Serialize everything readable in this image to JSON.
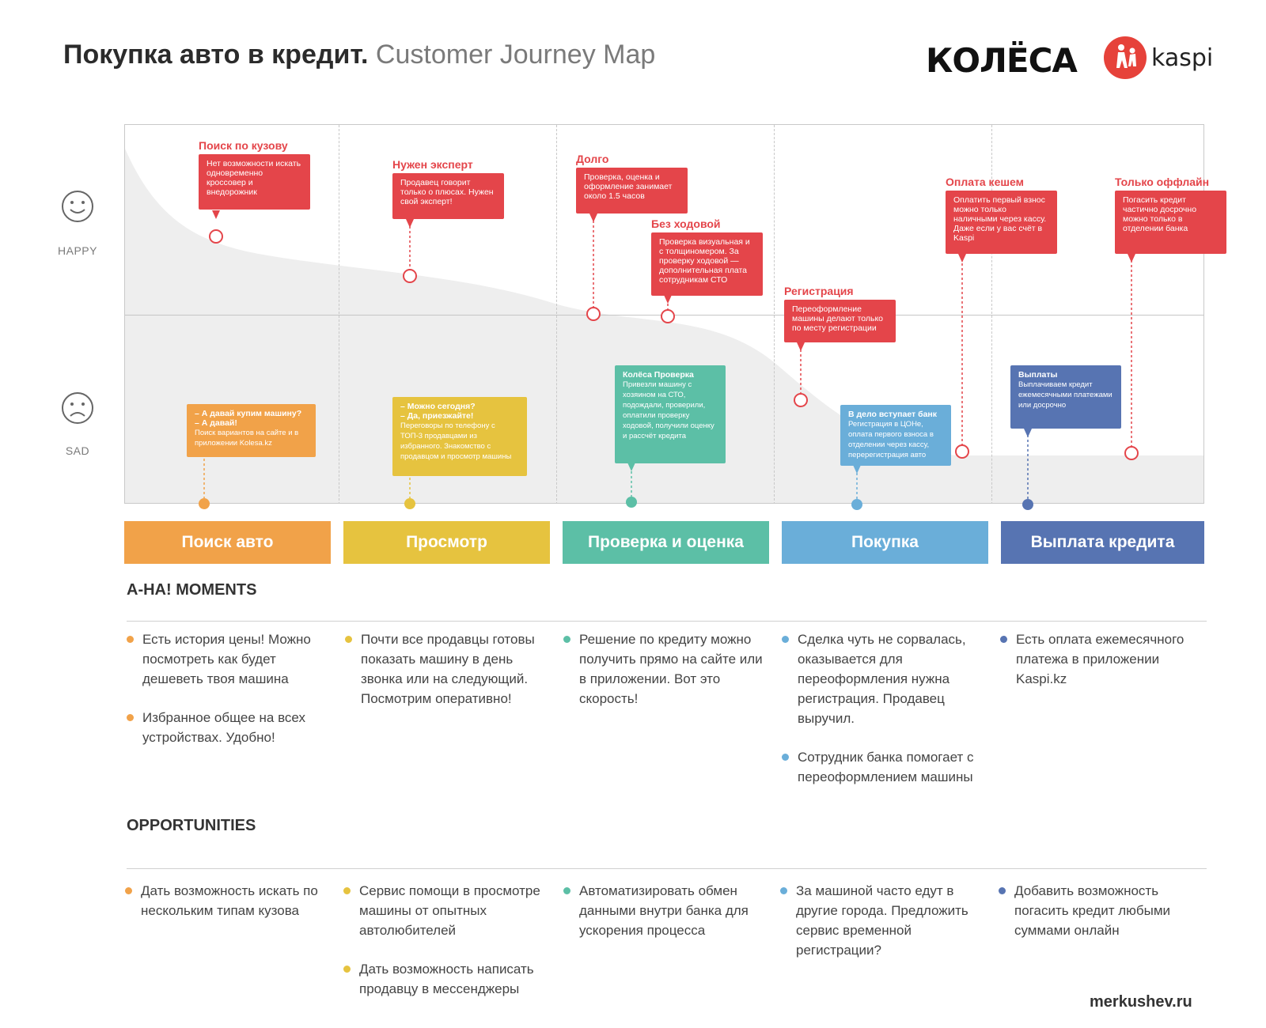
{
  "header": {
    "title_main": "Покупка авто в кредит.",
    "title_sub": "Customer Journey Map",
    "logo_kolesa": "КОЛЁСА",
    "logo_kaspi": "kaspi"
  },
  "mood": {
    "happy": "HAPPY",
    "sad": "SAD"
  },
  "colors": {
    "orange": "#f1a249",
    "yellow": "#e6c33f",
    "teal": "#5cbfa6",
    "blue": "#6aaed9",
    "navy": "#5774b2",
    "red": "#e4454a"
  },
  "pains": [
    {
      "title": "Поиск по кузову",
      "text": "Нет возможности искать одновременно кроссовер и внедорожник"
    },
    {
      "title": "Нужен эксперт",
      "text": "Продавец говорит только о плюсах. Нужен свой эксперт!"
    },
    {
      "title": "Долго",
      "text": "Проверка, оценка и оформление занимает около 1.5 часов"
    },
    {
      "title": "Без ходовой",
      "text": "Проверка визуальная и с толщиномером. За проверку ходовой — дополнительная плата сотрудникам СТО"
    },
    {
      "title": "Регистрация",
      "text": "Переоформление машины делают только по месту регистрации"
    },
    {
      "title": "Оплата кешем",
      "text": "Оплатить первый взнос можно только наличными через кассу. Даже если у вас счёт в Kaspi"
    },
    {
      "title": "Только оффлайн",
      "text": "Погасить кредит частично досрочно можно только в отделении банка"
    }
  ],
  "actions": [
    {
      "line1": "– А давай купим машину?",
      "line2": "– А давай!",
      "text": "Поиск вариантов на сайте и в приложении Kolesa.kz"
    },
    {
      "line1": "– Можно сегодня?",
      "line2": "– Да, приезжайте!",
      "text": "Переговоры по телефону с ТОП-3 продавцами из избранного. Знакомство с продавцом и просмотр машины"
    },
    {
      "line1": "Колёса Проверка",
      "line2": "",
      "text": "Привезли машину с хозяином на СТО, подождали, проверили, оплатили проверку ходовой, получили оценку и рассчёт кредита"
    },
    {
      "line1": "В дело вступает банк",
      "line2": "",
      "text": "Регистрация в ЦОНе, оплата первого взноса в отделении через кассу, перерегистрация авто"
    },
    {
      "line1": "Выплаты",
      "line2": "",
      "text": "Выплачиваем кредит ежемесячными платежами или досрочно"
    }
  ],
  "stages": [
    "Поиск авто",
    "Просмотр",
    "Проверка и оценка",
    "Покупка",
    "Выплата кредита"
  ],
  "aha": {
    "title": "A-HA! MOMENTS",
    "columns": [
      [
        "Есть история цены! Можно посмотреть как будет дешеветь твоя машина",
        "Избранное общее на всех устройствах. Удобно!"
      ],
      [
        "Почти все продавцы готовы показать машину в день звонка или на следующий. Посмотрим оперативно!"
      ],
      [
        "Решение по кредиту можно получить прямо на сайте или в приложении. Вот это скорость!"
      ],
      [
        "Сделка чуть не сорвалась, оказывается для переоформления нужна регистрация. Продавец выручил.",
        "Сотрудник банка помогает с переоформлением машины"
      ],
      [
        "Есть оплата ежемесячного платежа в приложении Kaspi.kz"
      ]
    ]
  },
  "opportunities": {
    "title": "OPPORTUNITIES",
    "columns": [
      [
        "Дать возможность искать по нескольким типам кузова"
      ],
      [
        "Сервис помощи в просмотре машины от опытных автолюбителей",
        "Дать возможность написать продавцу в мессенджеры"
      ],
      [
        "Автоматизировать обмен данными внутри банка для ускорения процесса"
      ],
      [
        "За машиной часто едут в другие города. Предложить сервис временной регистрации?"
      ],
      [
        "Добавить возможность погасить кредит любыми суммами онлайн"
      ]
    ]
  },
  "footer": "merkushev.ru"
}
